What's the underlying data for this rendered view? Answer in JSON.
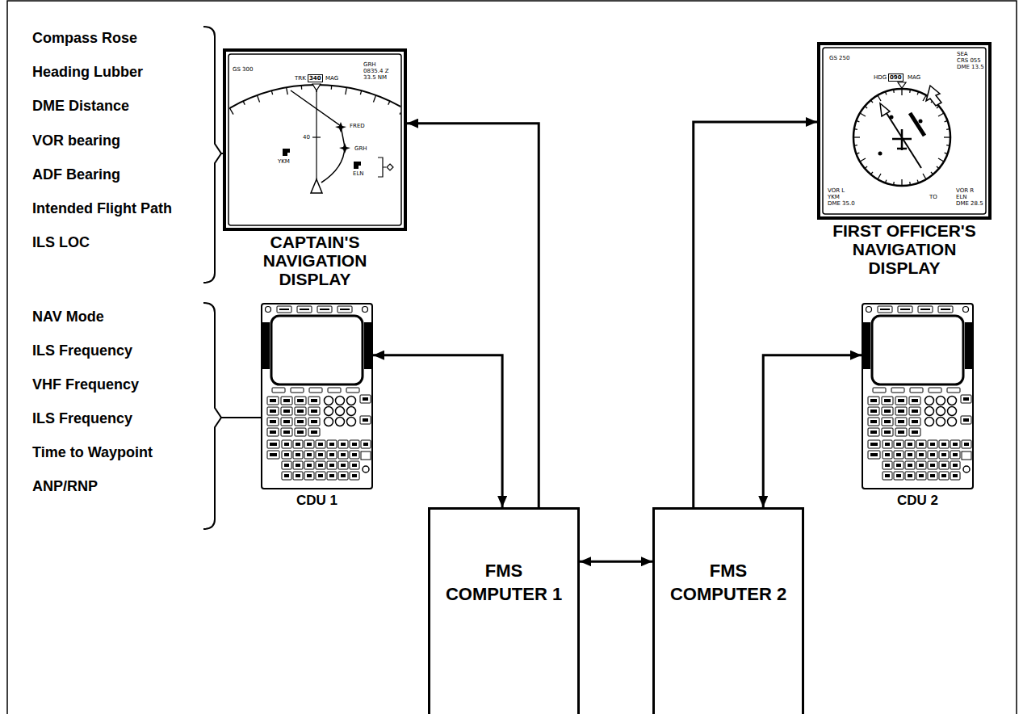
{
  "diagram": {
    "nodes": [
      {
        "text": [
          "CAPTAIN'S NAVIGATION DISPLAY"
        ]
      },
      {
        "text": [
          "FIRST OFFICER'S NAVIGATION DISPLAY"
        ]
      },
      {
        "text": [
          "CDU 1"
        ]
      },
      {
        "text": [
          "CDU 2"
        ]
      },
      {
        "text": [
          "FMS COMPUTER 1"
        ]
      },
      {
        "text": [
          "FMS COMPUTER 2"
        ]
      }
    ],
    "edges": [
      {
        "from": 4,
        "to": 0,
        "arrow": "to"
      },
      {
        "from": 2,
        "to": 4,
        "arrow": "both"
      },
      {
        "from": 4,
        "to": 5,
        "arrow": "both"
      },
      {
        "from": 5,
        "to": 1,
        "arrow": "to"
      },
      {
        "from": 3,
        "to": 5,
        "arrow": "both"
      }
    ],
    "labels": [
      "Compass Rose",
      "Heading Lubber",
      "DME Distance",
      "VOR bearing",
      "ADF Bearing",
      "Intended Flight Path",
      "ILS LOC",
      "NAV Mode",
      "ILS Frequency",
      "VHF Frequency",
      "ILS Frequency",
      "Time to Waypoint",
      "ANP/RNP",
      "GS 300",
      "TRK",
      "340",
      "MAG",
      "GRH",
      "0835.4 Z",
      "33.5 NM",
      "FRED",
      "40",
      "GRH",
      "YKM",
      "ELN",
      "GS 250",
      "HDG",
      "090",
      "MAG",
      "SEA",
      "CRS 055",
      "DME 13.5",
      "VOR L",
      "YKM",
      "DME 35.0",
      "TO",
      "VOR R",
      "ELN",
      "DME 28.5"
    ]
  }
}
